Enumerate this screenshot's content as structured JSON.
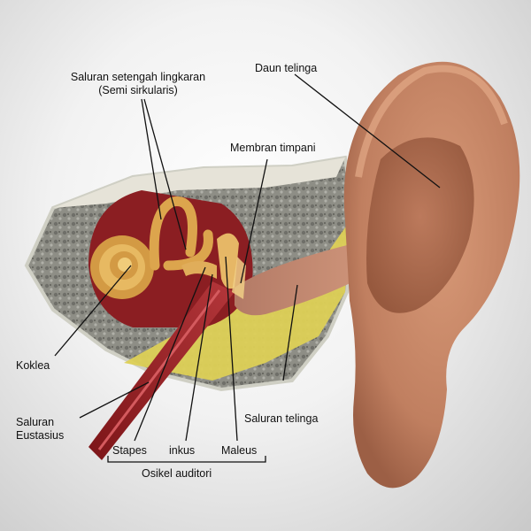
{
  "labels": {
    "semicircular_line1": "Saluran setengah lingkaran",
    "semicircular_line2": "(Semi sirkularis)",
    "pinna": "Daun telinga",
    "tympanic_membrane": "Membran timpani",
    "cochlea": "Koklea",
    "eustachian_line1": "Saluran",
    "eustachian_line2": "Eustasius",
    "ear_canal": "Saluran telinga",
    "stapes": "Stapes",
    "incus": "inkus",
    "malleus": "Maleus",
    "auditory_ossicles": "Osikel auditori"
  },
  "colors": {
    "skin": "#c98a6a",
    "bone": "#9a9a90",
    "cavity": "#8b1e22",
    "fat": "#e0d35a",
    "cochlea": "#d9a44a"
  }
}
